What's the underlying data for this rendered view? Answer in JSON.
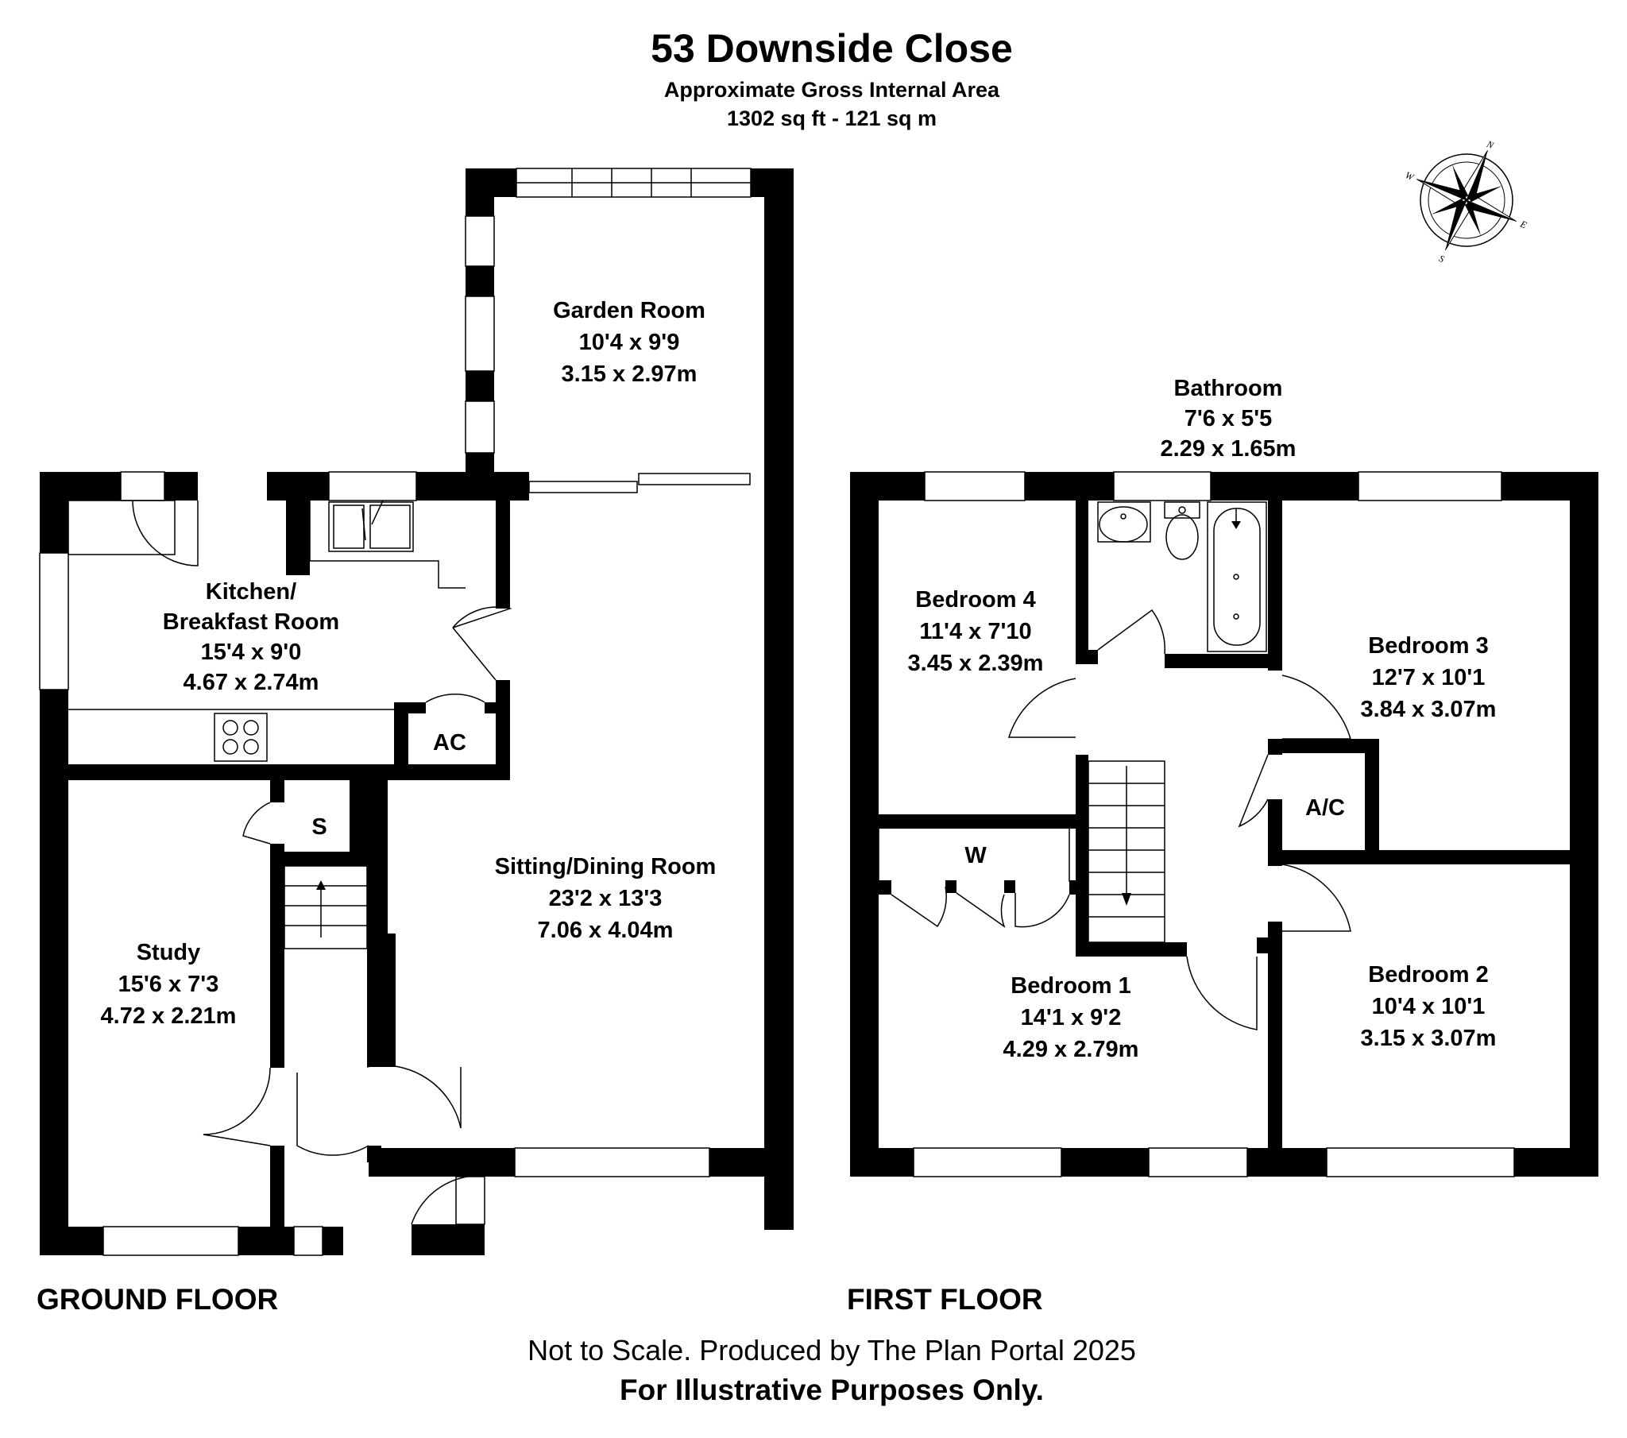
{
  "header": {
    "title": "53 Downside Close",
    "subtitle": "Approximate Gross Internal Area",
    "area": "1302 sq ft - 121 sq m"
  },
  "compass": {
    "n": "N",
    "s": "S",
    "e": "E",
    "w": "W"
  },
  "ground_floor": {
    "label": "GROUND FLOOR",
    "rooms": {
      "garden_room": {
        "name": "Garden Room",
        "imperial": "10'4 x 9'9",
        "metric": "3.15 x 2.97m"
      },
      "kitchen": {
        "name_line1": "Kitchen/",
        "name_line2": "Breakfast Room",
        "imperial": "15'4 x 9'0",
        "metric": "4.67 x 2.74m"
      },
      "sitting": {
        "name": "Sitting/Dining Room",
        "imperial": "23'2 x 13'3",
        "metric": "7.06 x 4.04m"
      },
      "study": {
        "name": "Study",
        "imperial": "15'6 x 7'3",
        "metric": "4.72 x 2.21m"
      },
      "ac": "AC",
      "store": "S"
    }
  },
  "first_floor": {
    "label": "FIRST FLOOR",
    "rooms": {
      "bathroom": {
        "name": "Bathroom",
        "imperial": "7'6 x 5'5",
        "metric": "2.29 x 1.65m"
      },
      "bedroom4": {
        "name": "Bedroom 4",
        "imperial": "11'4 x 7'10",
        "metric": "3.45 x 2.39m"
      },
      "bedroom3": {
        "name": "Bedroom 3",
        "imperial": "12'7 x 10'1",
        "metric": "3.84 x 3.07m"
      },
      "bedroom1": {
        "name": "Bedroom 1",
        "imperial": "14'1 x 9'2",
        "metric": "4.29 x 2.79m"
      },
      "bedroom2": {
        "name": "Bedroom 2",
        "imperial": "10'4 x 10'1",
        "metric": "3.15 x 3.07m"
      },
      "ac": "A/C",
      "wardrobe": "W"
    }
  },
  "footer": {
    "note": "Not to Scale. Produced by The Plan Portal 2025",
    "disclaimer": "For Illustrative Purposes Only."
  }
}
